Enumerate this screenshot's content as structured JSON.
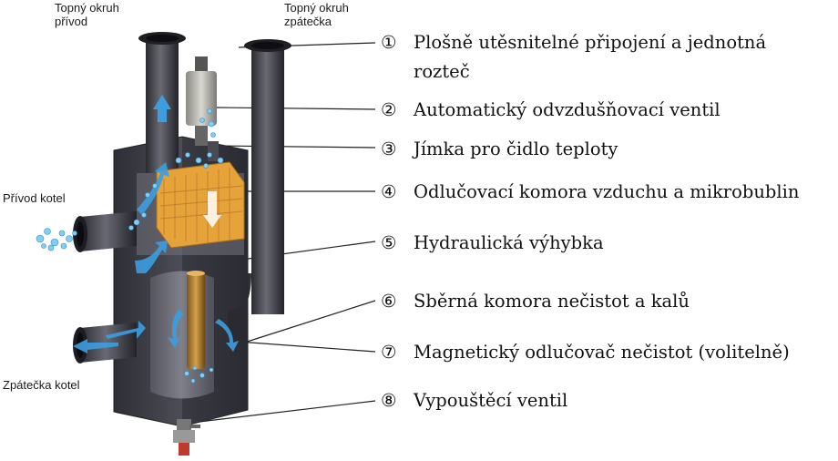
{
  "labels": {
    "supply_circuit": [
      "Topný okruh",
      "přívod"
    ],
    "return_circuit": [
      "Topný okruh",
      "zpátečka"
    ],
    "boiler_supply": "Přívod kotel",
    "boiler_return": "Zpátečka kotel"
  },
  "callouts": [
    {
      "num": "①",
      "text": "Plošně utěsnitelné připojení a jednotná",
      "text2": "rozteč"
    },
    {
      "num": "②",
      "text": "Automatický odvzdušňovací ventil"
    },
    {
      "num": "③",
      "text": "Jímka pro čidlo teploty"
    },
    {
      "num": "④",
      "text": "Odlučovací komora vzduchu a mikrobublin"
    },
    {
      "num": "⑤",
      "text": "Hydraulická výhybka"
    },
    {
      "num": "⑥",
      "text": "Sběrná komora nečistot a kalů"
    },
    {
      "num": "⑦",
      "text": "Magnetický odlučovač nečistot (volitelně)"
    },
    {
      "num": "⑧",
      "text": "Vypouštěcí ventil"
    }
  ],
  "colors": {
    "body": "#3f3f48",
    "body_light": "#5c5c66",
    "chamber": "#e6a33a",
    "water": "#3c9ee0",
    "bubbles": "#7fd0f5",
    "drain_valve": "#c0392b"
  }
}
